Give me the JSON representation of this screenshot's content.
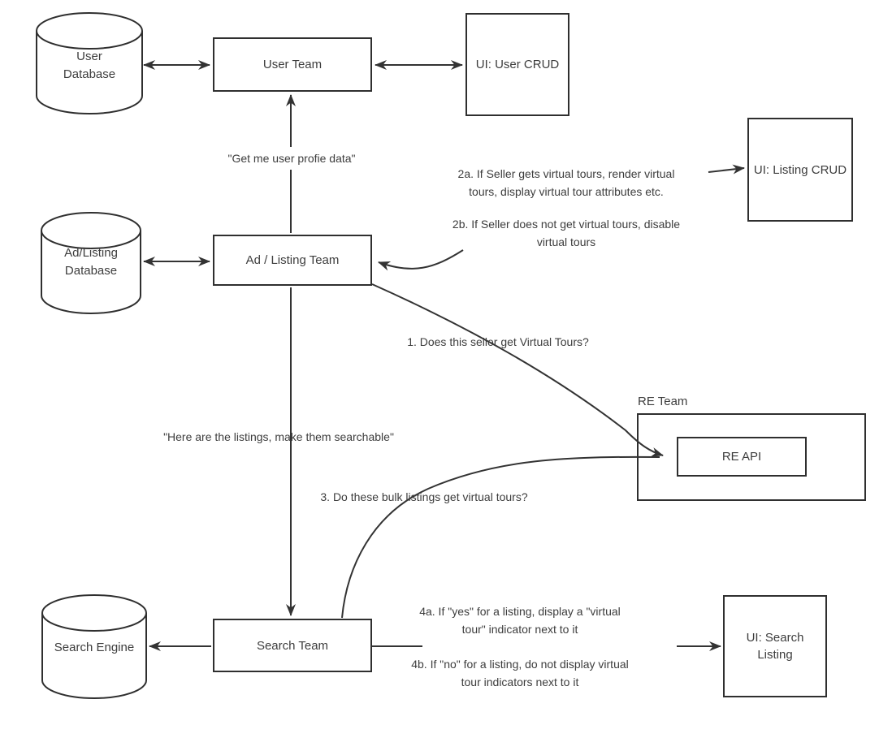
{
  "nodes": {
    "user_database": "User\nDatabase",
    "user_team": "User Team",
    "ui_user_crud": "UI: User CRUD",
    "ad_listing_database": "Ad/Listing\nDatabase",
    "ad_listing_team": "Ad / Listing Team",
    "ui_listing_crud": "UI: Listing CRUD",
    "re_team": "RE Team",
    "re_api": "RE API",
    "search_engine": "Search Engine",
    "search_team": "Search Team",
    "ui_search_listing": "UI: Search\nListing"
  },
  "annotations": {
    "get_user_profile": "\"Get me user profie data\"",
    "step_2a": "2a. If Seller gets virtual tours, render virtual\ntours, display virtual tour attributes etc.",
    "step_2b": "2b. If Seller does not get virtual tours, disable\nvirtual tours",
    "step_1": "1. Does this seller get Virtual Tours?",
    "make_searchable": "\"Here are the listings, make them searchable\"",
    "step_3": "3. Do these bulk listings get virtual tours?",
    "step_4a": "4a. If \"yes\" for a listing, display a \"virtual\ntour\" indicator next to it",
    "step_4b": "4b. If \"no\" for a listing, do not display virtual\ntour indicators next to it"
  },
  "colors": {
    "line": "#333333",
    "text": "#3d3d3d",
    "background": "#ffffff"
  }
}
